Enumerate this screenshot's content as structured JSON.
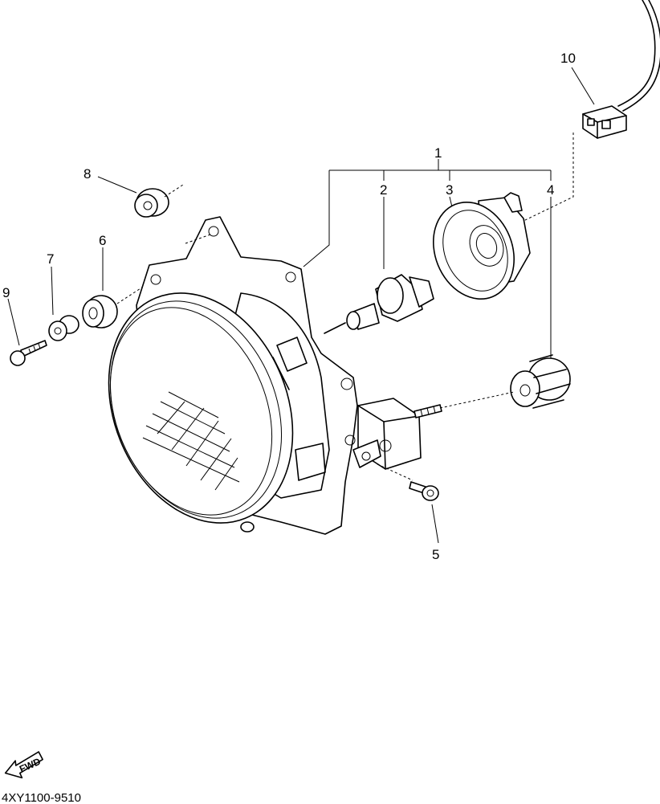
{
  "callouts": {
    "c1": "1",
    "c2": "2",
    "c3": "3",
    "c4": "4",
    "c5": "5",
    "c6": "6",
    "c7": "7",
    "c8": "8",
    "c9": "9",
    "c10": "10"
  },
  "fwd_label": "FWD",
  "diagram_code": "4XY1100-9510"
}
